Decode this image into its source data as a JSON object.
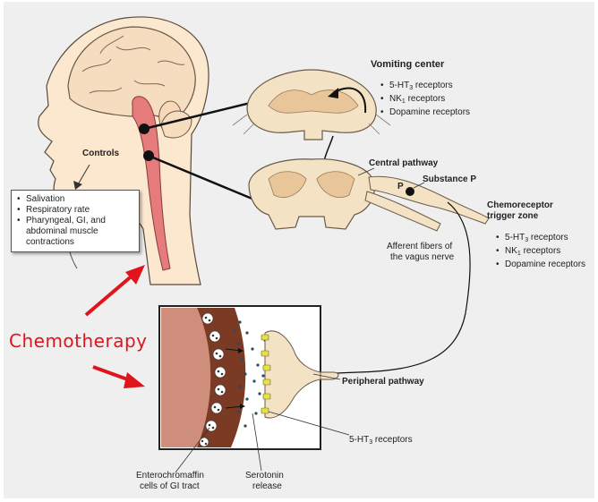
{
  "labels": {
    "vomiting_center": "Vomiting center",
    "central_pathway": "Central pathway",
    "substance_p": "Substance P",
    "p_marker": "P",
    "ctz_line1": "Chemoreceptor",
    "ctz_line2": "trigger zone",
    "afferent_line1": "Afferent fibers of",
    "afferent_line2": "the vagus nerve",
    "peripheral_pathway": "Peripheral pathway",
    "ht3_receptors": "5-HT",
    "ht3_sub": "3",
    "ht3_suffix": " receptors",
    "enterochromaffin_line1": "Enterochromaffin",
    "enterochromaffin_line2": "cells of GI tract",
    "serotonin_line1": "Serotonin",
    "serotonin_line2": "release",
    "controls": "Controls",
    "chemotherapy": "Chemotherapy"
  },
  "vomiting_center_receptors": [
    {
      "text": "5-HT",
      "sub": "3",
      "suffix": " receptors"
    },
    {
      "text": "NK",
      "sub": "1",
      "suffix": " receptors"
    },
    {
      "text": "Dopamine receptors",
      "sub": "",
      "suffix": ""
    }
  ],
  "ctz_receptors": [
    {
      "text": "5-HT",
      "sub": "3",
      "suffix": " receptors"
    },
    {
      "text": "NK",
      "sub": "1",
      "suffix": " receptors"
    },
    {
      "text": "Dopamine receptors",
      "sub": "",
      "suffix": ""
    }
  ],
  "controls_items": [
    "Salivation",
    "Respiratory rate",
    "Pharyngeal, GI, and",
    "abdominal muscle",
    "contractions"
  ],
  "colors": {
    "accent_red": "#e0141c",
    "brainstem_pink": "#e57b7b",
    "skin": "#fce7cf",
    "spinal_cord": "#f3e2c4",
    "gut_wall": "#7a3a24",
    "gut_lumen": "#cf8d7b",
    "receptor_yellow": "#e5e04a"
  }
}
